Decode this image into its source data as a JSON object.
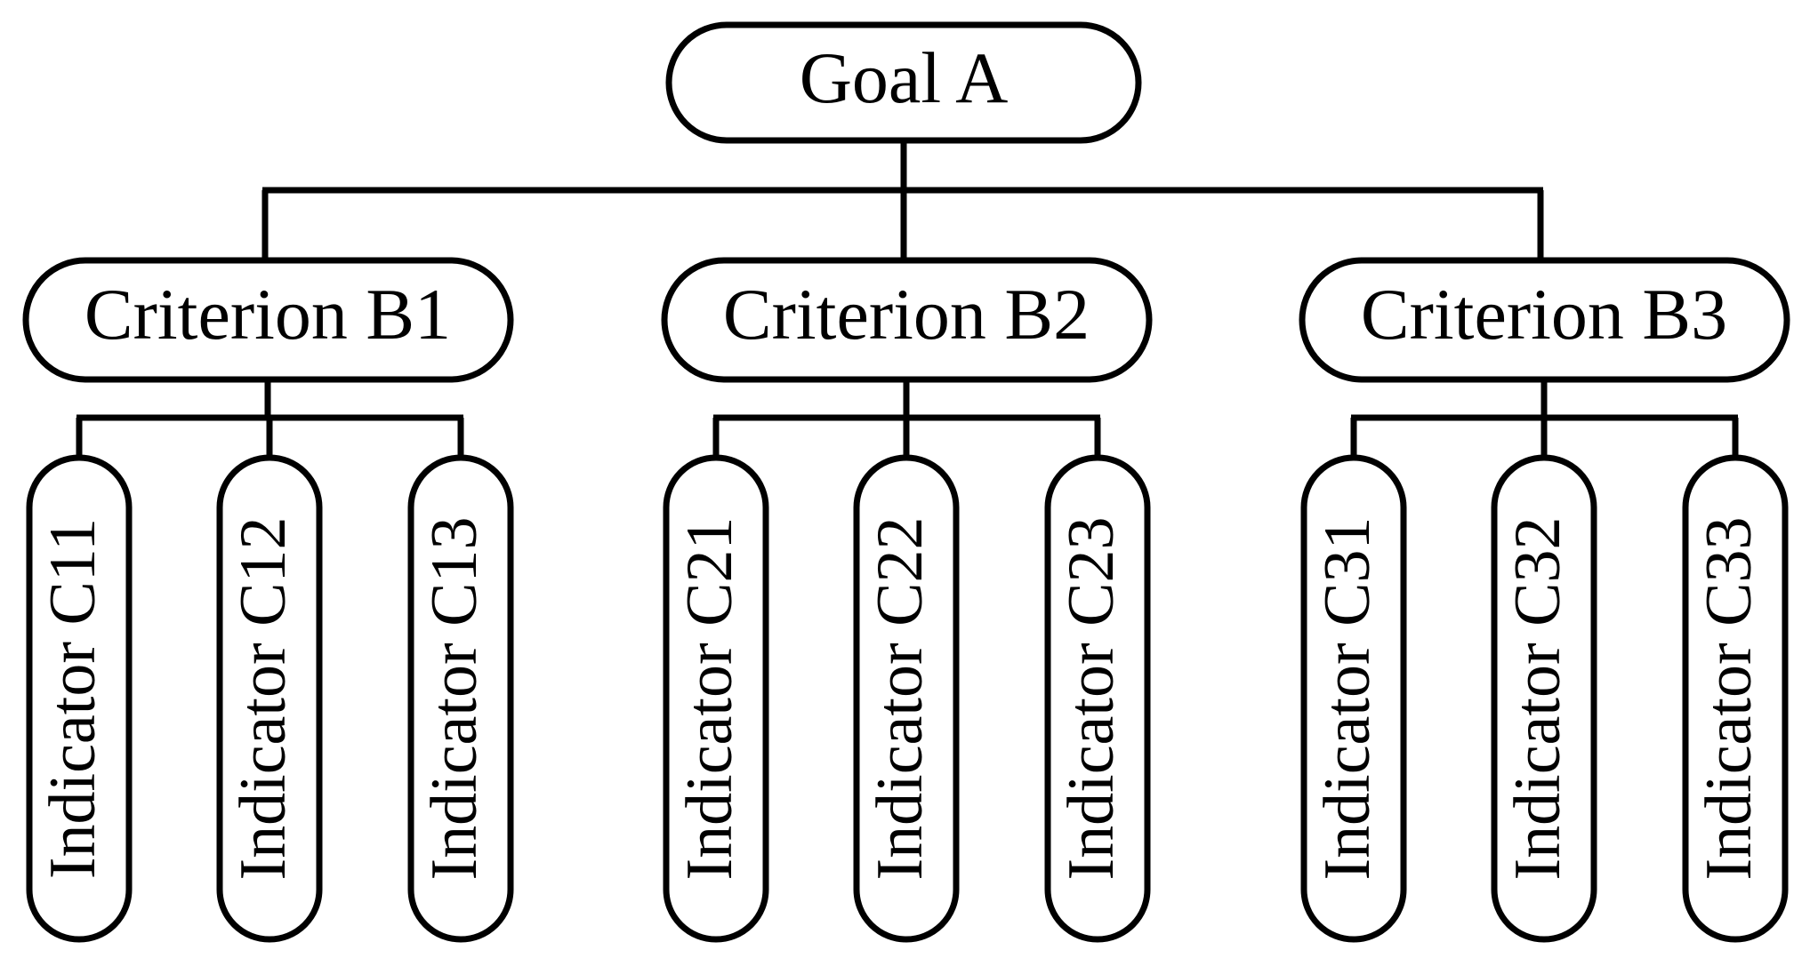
{
  "diagram": {
    "type": "hierarchy-tree",
    "title": "Goal A",
    "orientation": "top-down",
    "background_color": "#FFFFFF",
    "stroke_color": "#000000",
    "text_color": "#000000",
    "node_shape": "rounded-rectangle",
    "levels": [
      {
        "name": "goal",
        "count": 1
      },
      {
        "name": "criterion",
        "count": 3
      },
      {
        "name": "indicator",
        "count": 9
      }
    ],
    "goal": {
      "id": "A",
      "label": "Goal A"
    },
    "criteria": [
      {
        "id": "B1",
        "label": "Criterion B1",
        "indicators": [
          {
            "id": "C11",
            "label": "Indicator C11"
          },
          {
            "id": "C12",
            "label": "Indicator C12"
          },
          {
            "id": "C13",
            "label": "Indicator C13"
          }
        ]
      },
      {
        "id": "B2",
        "label": "Criterion B2",
        "indicators": [
          {
            "id": "C21",
            "label": "Indicator C21"
          },
          {
            "id": "C22",
            "label": "Indicator C22"
          },
          {
            "id": "C23",
            "label": "Indicator C23"
          }
        ]
      },
      {
        "id": "B3",
        "label": "Criterion B3",
        "indicators": [
          {
            "id": "C31",
            "label": "Indicator C31"
          },
          {
            "id": "C32",
            "label": "Indicator C32"
          },
          {
            "id": "C33",
            "label": "Indicator C33"
          }
        ]
      }
    ]
  }
}
